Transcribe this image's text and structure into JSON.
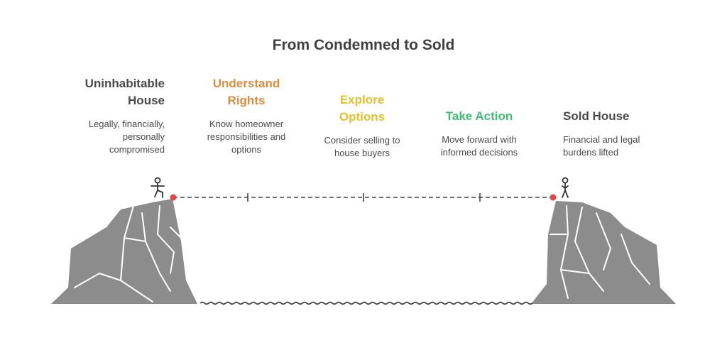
{
  "title": "From Condemned to Sold",
  "stages": [
    {
      "title": "Uninhabitable House",
      "description": "Legally, financially, personally compromised",
      "color": "#4a4a4a"
    },
    {
      "title": "Understand Rights",
      "description": "Know homeowner responsibilities and options",
      "color": "#e08a3c"
    },
    {
      "title": "Explore Options",
      "description": "Consider selling to house buyers",
      "color": "#e2c12a"
    },
    {
      "title": "Take Action",
      "description": "Move forward with informed decisions",
      "color": "#3bbf73"
    },
    {
      "title": "Sold House",
      "description": "Financial and legal burdens lifted",
      "color": "#4a4a4a"
    }
  ],
  "colors": {
    "rock": "#8c8c8c",
    "rock_lines": "#ffffff",
    "line": "#444444",
    "marker": "#e04848",
    "water": "#444444"
  },
  "icons": [
    "person-walking-icon",
    "person-standing-icon"
  ]
}
